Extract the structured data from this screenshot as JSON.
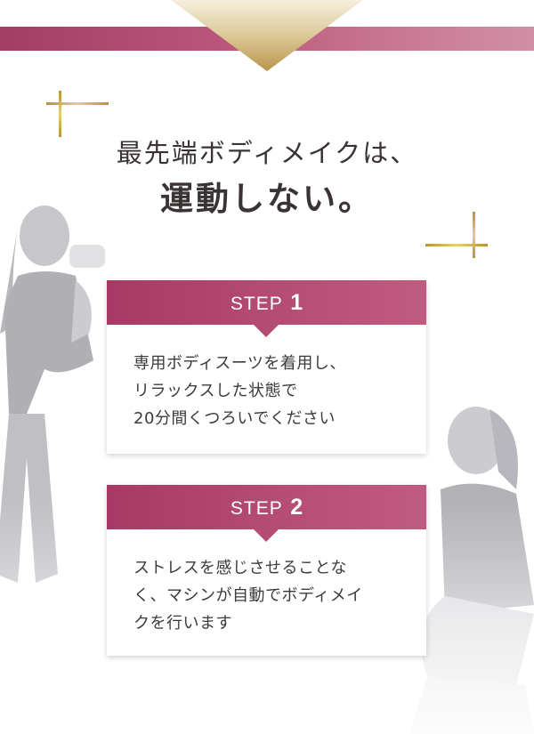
{
  "headline": {
    "line1": "最先端ボディメイクは、",
    "line2": "運動しない。"
  },
  "steps": [
    {
      "label": "STEP",
      "number": "1",
      "lines": [
        "専用ボディスーツを着用し、",
        "リラックスした状態で",
        "20分間くつろいでください"
      ]
    },
    {
      "label": "STEP",
      "number": "2",
      "lines": [
        "ストレスを感じさせることな",
        "く、マシンが自動でボディメイ",
        "クを行います"
      ]
    }
  ],
  "colors": {
    "brand": "#a63a64",
    "gold": "#c9a54e",
    "text": "#3b3b3b"
  }
}
